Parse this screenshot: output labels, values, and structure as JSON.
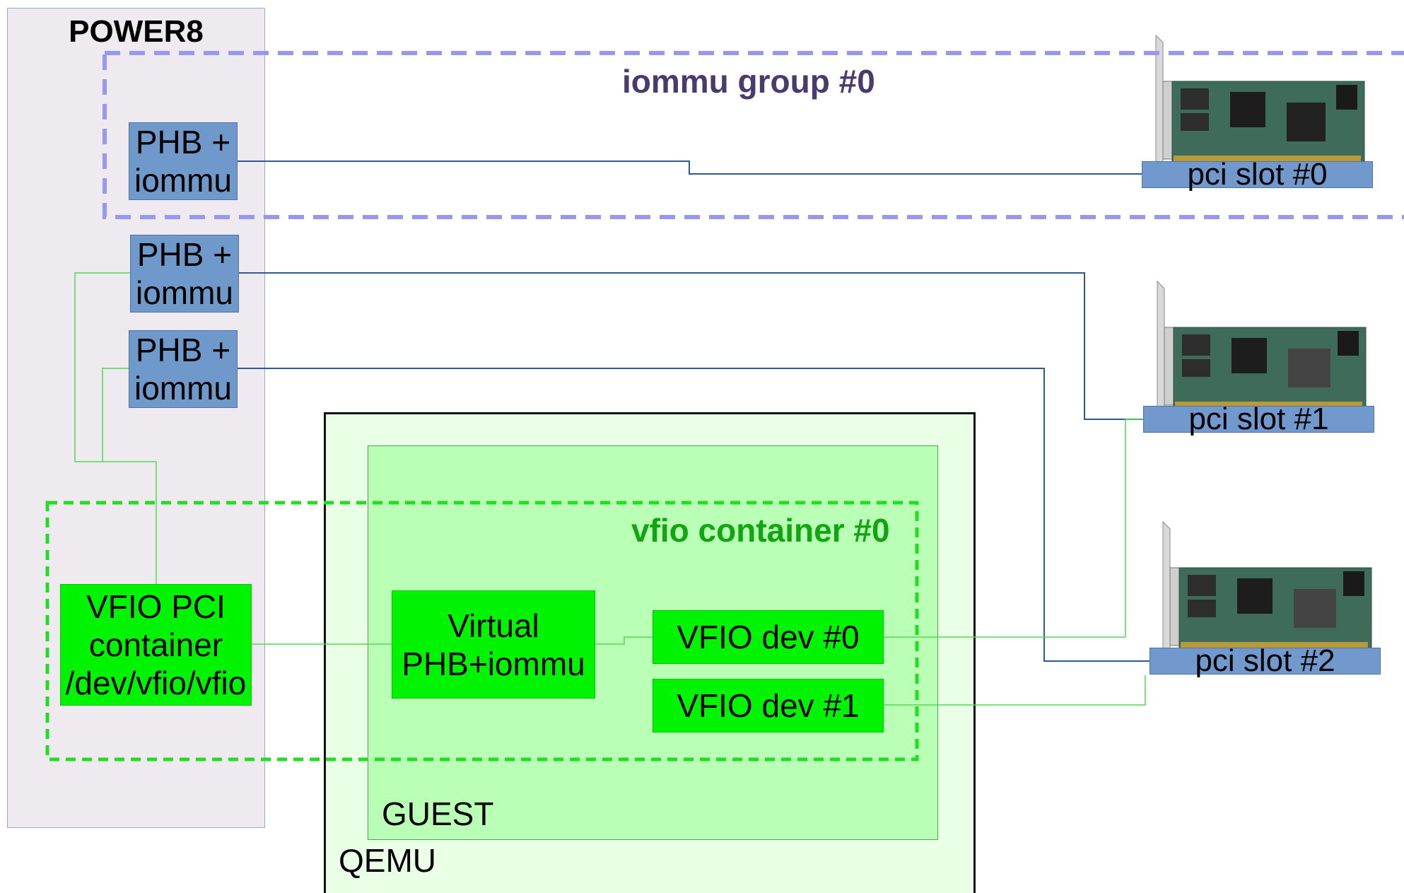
{
  "power8": {
    "title": "POWER8"
  },
  "iommu_group": {
    "label": "iommu group #0"
  },
  "phbs": [
    {
      "label": "PHB +\niommu"
    },
    {
      "label": "PHB +\niommu"
    },
    {
      "label": "PHB +\niommu"
    }
  ],
  "vfio_pci_container": {
    "label": "VFIO PCI\ncontainer\n/dev/vfio/vfio"
  },
  "vfio_container": {
    "label": "vfio container #0"
  },
  "virtual_phb": {
    "label": "Virtual\nPHB+iommu"
  },
  "vfio_devs": [
    {
      "label": "VFIO dev #0"
    },
    {
      "label": "VFIO dev #1"
    }
  ],
  "guest": {
    "label": "GUEST"
  },
  "qemu": {
    "label": "QEMU"
  },
  "pci_slots": [
    {
      "label": "pci slot #0"
    },
    {
      "label": "pci slot #1"
    },
    {
      "label": "pci slot #2"
    }
  ],
  "colors": {
    "blue_line": "#2d5a93",
    "green_line": "#4fdc4f",
    "iommu_group_dash": "#9898f0",
    "vfio_dash": "#22dd22"
  }
}
